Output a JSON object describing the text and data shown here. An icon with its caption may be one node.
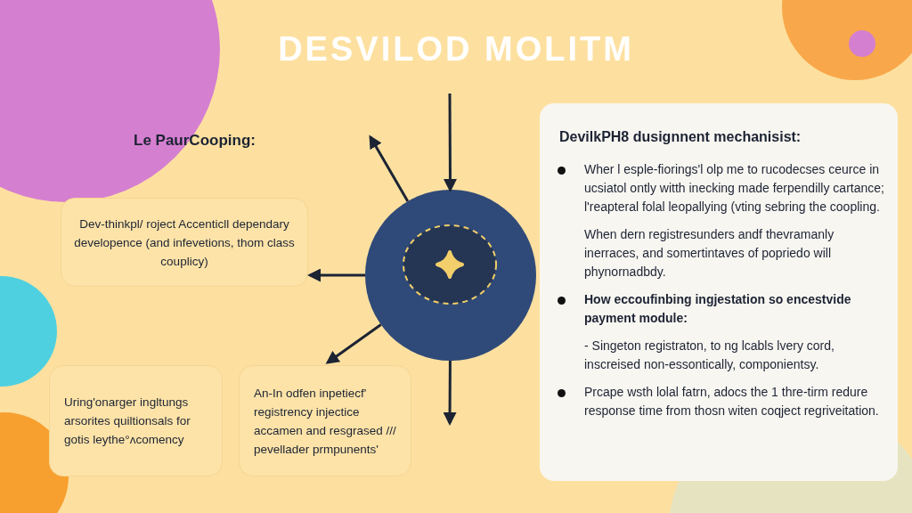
{
  "diagram": {
    "title": "DESVILOD MOLITM",
    "nodes": [
      {
        "text": [],
        "shape": "circle"
      },
      {
        "text": [
          "Le PaurCooping:",
          "Dev-thinkpl/ roject Accenticll dependary developence (and infevetions, thom class couplicy)"
        ]
      },
      {
        "text": [
          "Uring'onarger ingltungs arsorites quiltionsals for gotis leythe°ʌcomency"
        ]
      },
      {
        "text": [
          "An-In odfen inpetiecf' registrency injectice accamen and resgrased /// pevellader prmpunents'"
        ]
      },
      {
        "text": [
          "DevilkPH8 dusignnent mechanisist:",
          "Wher l esple-fiorings'l olp me to rucodecses ceurce in ucsiatol ontly witth inecking made ferpendilly cartance; l'reapteral folal leopallying (vting sebring the coopling.",
          "When dern registresunders andf thevramanly inerraces, and somertintaves of popriedo will phynornadbdy.",
          "How eccoufinbing ingjestation so encestvide payment module:",
          "- Singeton registraton, to ng lcabls lvery cord, inscreised non-essontically, componientsy.",
          "Prcape wsth lolal fatrn, adocs the 1 thre-tirm redure response time from thosn witen coqject regriveitation."
        ]
      }
    ],
    "edges": [
      {
        "from": null,
        "to": 0,
        "arrow": "to"
      },
      {
        "from": 0,
        "to": null,
        "arrow": "to"
      },
      {
        "from": 0,
        "to": 1,
        "arrow": "to"
      },
      {
        "from": 0,
        "to": 3,
        "arrow": "to"
      },
      {
        "from": 0,
        "to": null,
        "arrow": "to"
      }
    ]
  }
}
